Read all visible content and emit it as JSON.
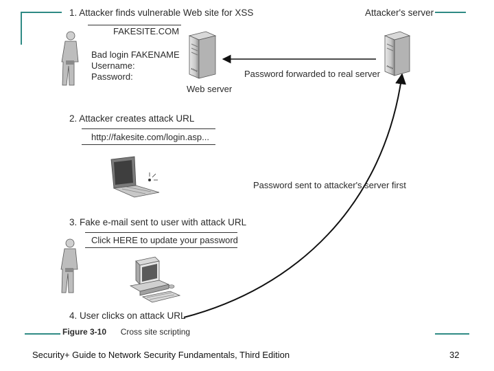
{
  "header": {
    "attackers_server_label": "Attacker's server"
  },
  "step1": {
    "title": "1. Attacker finds vulnerable Web site for XSS",
    "site_name": "FAKESITE.COM",
    "login_line1": "Bad login FAKENAME",
    "login_line2": "Username:",
    "login_line3": "Password:",
    "web_server_label": "Web server",
    "forward_label": "Password forwarded to real server"
  },
  "step2": {
    "title": "2. Attacker creates attack URL",
    "url": "http://fakesite.com/login.asp..."
  },
  "middle": {
    "sent_label": "Password sent to attacker's server first"
  },
  "step3": {
    "title": "3. Fake e-mail sent to user with attack URL",
    "email_text": "Click HERE to update your password"
  },
  "step4": {
    "title": "4. User clicks on attack URL"
  },
  "figure": {
    "number": "Figure 3-10",
    "caption": "Cross site scripting"
  },
  "footer": {
    "book_title": "Security+ Guide to Network Security Fundamentals, Third Edition",
    "page_number": "32"
  },
  "colors": {
    "frame_teal": "#2e8a84",
    "arrow": "#111111"
  }
}
